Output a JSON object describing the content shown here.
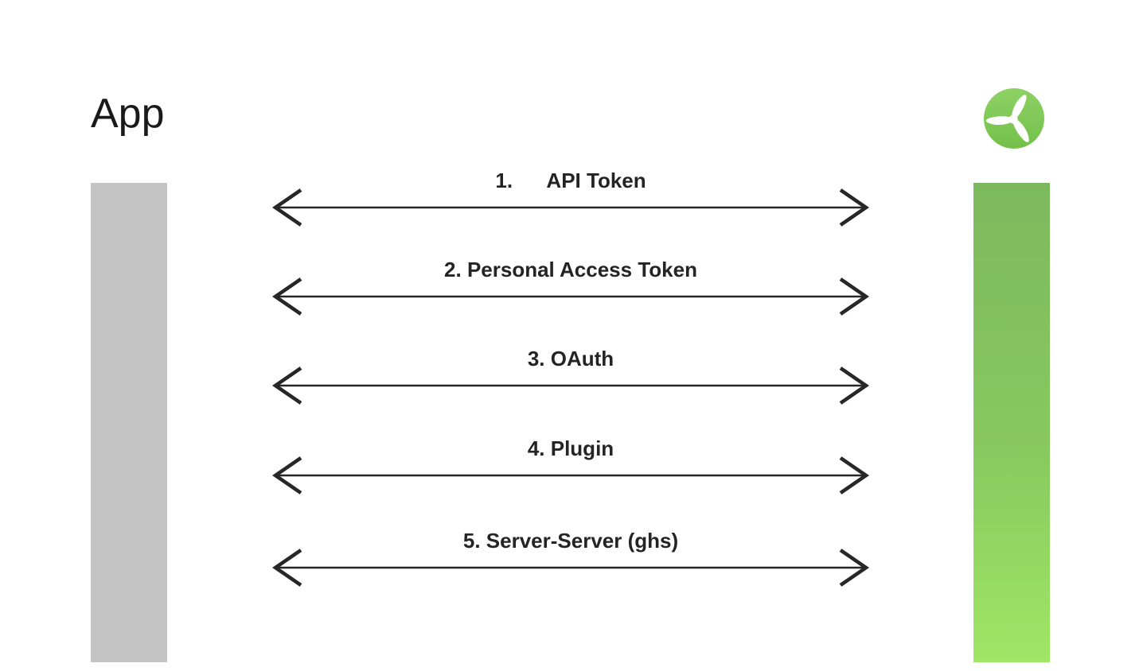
{
  "header": {
    "title": "App"
  },
  "logo": {
    "name": "wind-turbine",
    "circle_gradient_top": "#8ed164",
    "circle_gradient_bottom": "#74c04b",
    "blade_color": "#ffffff"
  },
  "columns": {
    "left_bar_color": "#c4c4c4",
    "right_bar_gradient_top": "#7cb95e",
    "right_bar_gradient_bottom": "#9fe666"
  },
  "arrow_color": "#272727",
  "connections": [
    {
      "label": "1.      API Token"
    },
    {
      "label": "2. Personal Access Token"
    },
    {
      "label": "3. OAuth"
    },
    {
      "label": "4. Plugin"
    },
    {
      "label": "5. Server-Server (ghs)"
    }
  ]
}
